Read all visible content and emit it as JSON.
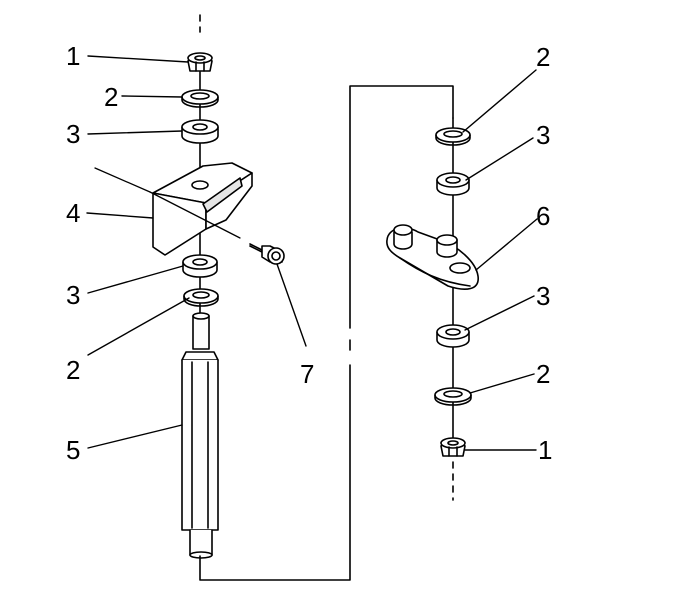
{
  "diagram": {
    "callouts": [
      {
        "id": "c1-left",
        "label": "1"
      },
      {
        "id": "c2-left-top",
        "label": "2"
      },
      {
        "id": "c3-left-top",
        "label": "3"
      },
      {
        "id": "c4",
        "label": "4"
      },
      {
        "id": "c3-left-bot",
        "label": "3"
      },
      {
        "id": "c2-left-bot",
        "label": "2"
      },
      {
        "id": "c5",
        "label": "5"
      },
      {
        "id": "c7",
        "label": "7"
      },
      {
        "id": "c2-right-top",
        "label": "2"
      },
      {
        "id": "c3-right-top",
        "label": "3"
      },
      {
        "id": "c6",
        "label": "6"
      },
      {
        "id": "c3-right-bot",
        "label": "3"
      },
      {
        "id": "c2-right-bot",
        "label": "2"
      },
      {
        "id": "c1-right",
        "label": "1"
      }
    ],
    "colors": {
      "ink": "#000000",
      "fill": "#ffffff",
      "shade": "#d9d9d9"
    }
  }
}
